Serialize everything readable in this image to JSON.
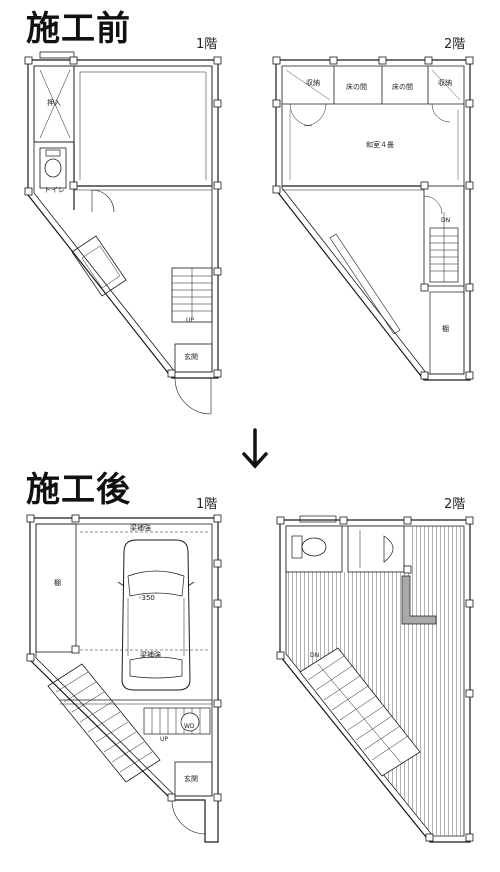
{
  "headings": {
    "before": "施工前",
    "after": "施工後"
  },
  "floors": {
    "first": "1階",
    "second": "2階"
  },
  "arrow_icon": "down-arrow",
  "before": {
    "first_floor": {
      "closet": "押入",
      "toilet": "トイレ",
      "stairs_up": "UP",
      "entrance": "玄関"
    },
    "second_floor": {
      "storage_left": "収納",
      "alcove_left": "床の間",
      "alcove_right": "床の間",
      "storage_right": "収納",
      "washitsu": "和室４畳",
      "stairs_down": "DN",
      "shelf": "棚"
    }
  },
  "after": {
    "first_floor": {
      "beam_top": "梁補強",
      "car_dim": "-350",
      "beam_bottom": "梁補強",
      "shelf": "棚",
      "stairs_up": "UP",
      "wd": "WD",
      "entrance": "玄関"
    },
    "second_floor": {
      "stairs_down": "DN"
    }
  },
  "colors": {
    "line": "#1a1a1a",
    "wall_fill": "#ffffff",
    "floor_hatch": "#555555"
  }
}
